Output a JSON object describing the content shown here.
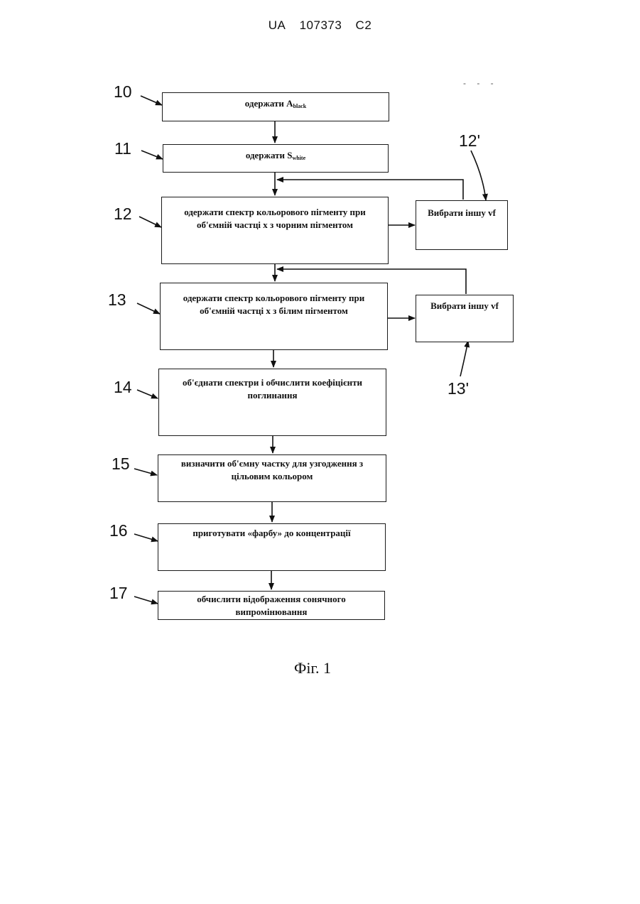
{
  "header": {
    "country": "UA",
    "number": "107373",
    "kind": "C2"
  },
  "steps": {
    "s10": {
      "num": "10",
      "text": "одержати A",
      "sub": "black"
    },
    "s11": {
      "num": "11",
      "text": "одержати S",
      "sub": "white"
    },
    "s12": {
      "num": "12",
      "line1": "одержати спектр кольорового пігменту при",
      "line2": "об'ємній частці x з чорним пігментом"
    },
    "s12p": {
      "num": "12'",
      "text": "Вибрати іншу vf"
    },
    "s13": {
      "num": "13",
      "line1": "одержати спектр кольорового пігменту при",
      "line2": "об'ємній частці x з білим пігментом"
    },
    "s13p": {
      "num": "13'",
      "text": "Вибрати іншу vf"
    },
    "s14": {
      "num": "14",
      "line1": "об'єднати спектри і обчислити коефіцієнти",
      "line2": "поглинання"
    },
    "s15": {
      "num": "15",
      "line1": "визначити об'ємну частку для узгодження з",
      "line2": "цільовим кольором"
    },
    "s16": {
      "num": "16",
      "line1": "приготувати «фарбу» до концентрації"
    },
    "s17": {
      "num": "17",
      "line1": "обчислити відображення сонячного",
      "line2": "випромінювання"
    }
  },
  "caption": "Фіг. 1"
}
